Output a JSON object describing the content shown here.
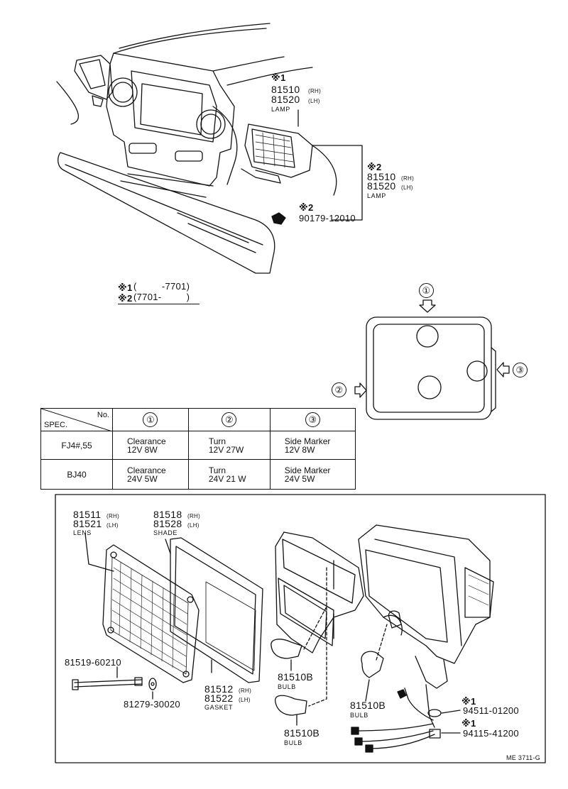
{
  "top_assembly": {
    "callout_1": {
      "marker": "※1",
      "part_rh": "81510",
      "tag_rh": "(RH)",
      "part_lh": "81520",
      "tag_lh": "(LH)",
      "name": "LAMP"
    },
    "callout_2": {
      "marker": "※2",
      "part_rh": "81510",
      "tag_rh": "(RH)",
      "part_lh": "81520",
      "tag_lh": "(LH)",
      "name": "LAMP"
    },
    "screw": {
      "marker": "※2",
      "part": "90179-12010"
    }
  },
  "footnotes": {
    "note_1": {
      "marker": "※1",
      "range": "(         -7701)"
    },
    "note_2": {
      "marker": "※2",
      "range": "(7701-         )"
    }
  },
  "lamp_face": {
    "view_1": "①",
    "view_2": "②",
    "view_3": "③"
  },
  "spec_table": {
    "header_no": "No.",
    "header_spec": "SPEC.",
    "col_marks": [
      "①",
      "②",
      "③"
    ],
    "rows": [
      {
        "spec": "FJ4#,55",
        "c1a": "Clearance",
        "c1b": "12V 8W",
        "c2a": "Turn",
        "c2b": "12V 27W",
        "c3a": "Side Marker",
        "c3b": "12V 8W"
      },
      {
        "spec": "BJ40",
        "c1a": "Clearance",
        "c1b": "24V 5W",
        "c2a": "Turn",
        "c2b": "24V 21 W",
        "c3a": "Side Marker",
        "c3b": "24V 5W"
      }
    ]
  },
  "exploded": {
    "lens": {
      "part_rh": "81511",
      "tag_rh": "(RH)",
      "part_lh": "81521",
      "tag_lh": "(LH)",
      "name": "LENS"
    },
    "shade": {
      "part_rh": "81518",
      "tag_rh": "(RH)",
      "part_lh": "81528",
      "tag_lh": "(LH)",
      "name": "SHADE"
    },
    "screw": {
      "part": "81519-60210"
    },
    "washer": {
      "part": "81279-30020"
    },
    "gasket": {
      "part_rh": "81512",
      "tag_rh": "(RH)",
      "part_lh": "81522",
      "tag_lh": "(LH)",
      "name": "GASKET"
    },
    "bulb_a": {
      "part": "81510B",
      "name": "BULB"
    },
    "bulb_b": {
      "part": "81510B",
      "name": "BULB"
    },
    "bulb_c": {
      "part": "81510B",
      "name": "BULB"
    },
    "grommet_1": {
      "marker": "※1",
      "part": "94511-01200"
    },
    "grommet_2": {
      "marker": "※1",
      "part": "94115-41200"
    },
    "figure_code": "ME 3711-G"
  }
}
